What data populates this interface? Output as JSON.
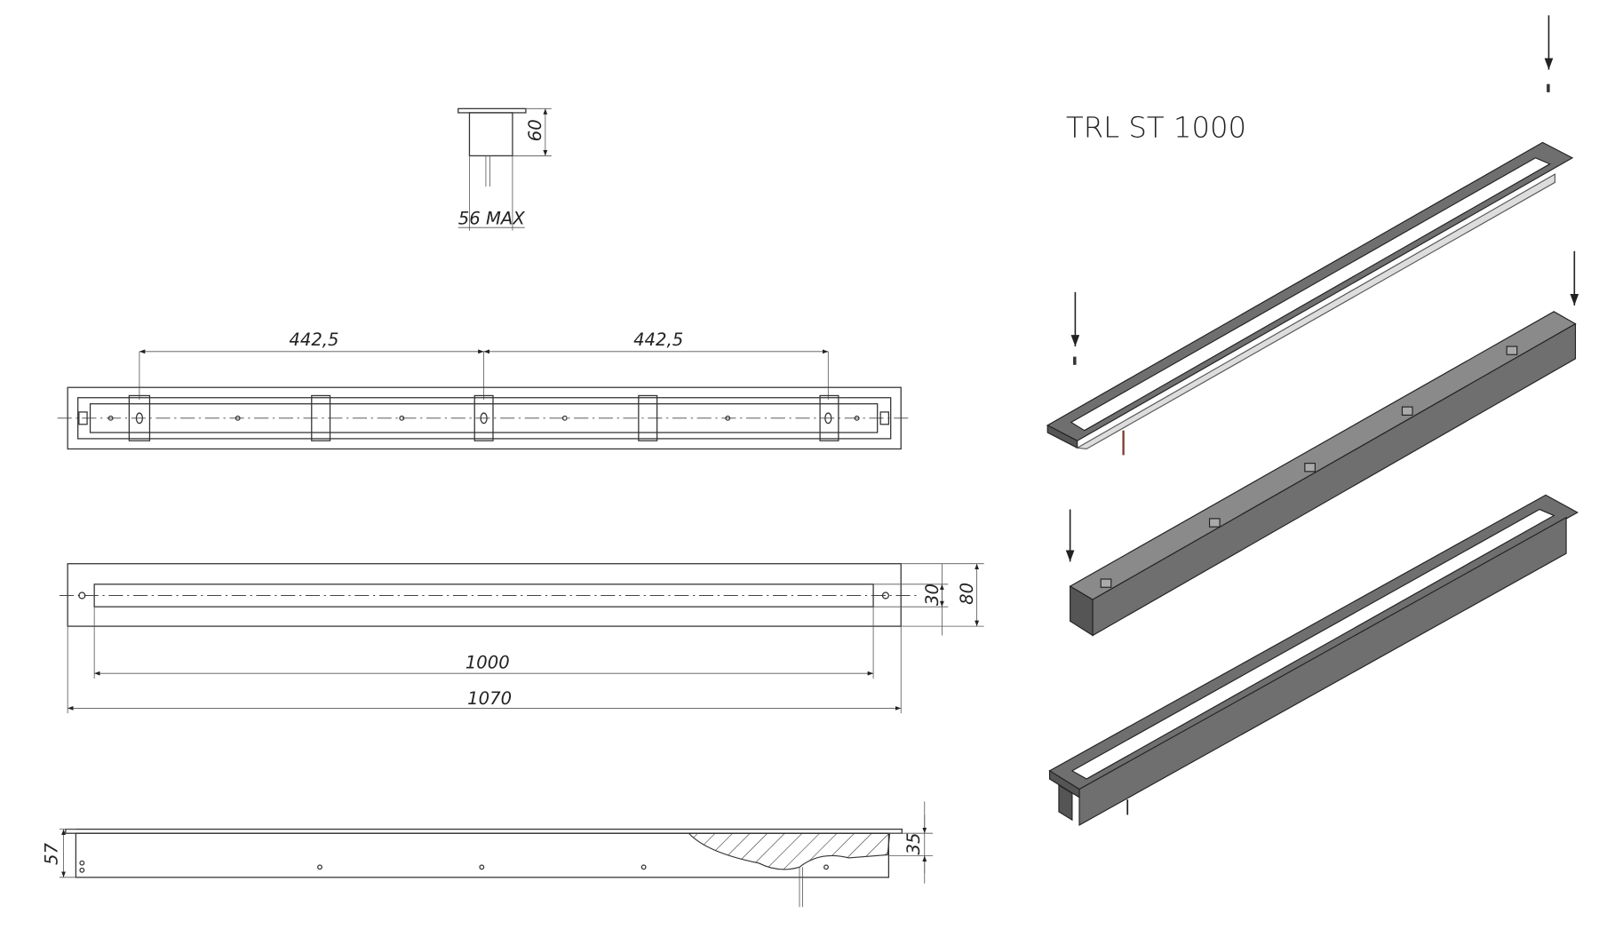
{
  "title": "TRL ST 1000",
  "end_view": {
    "height_dim": "60",
    "width_dim": "56 MAX"
  },
  "top_view": {
    "spacing_left": "442,5",
    "spacing_right": "442,5"
  },
  "front_view": {
    "inner_width_dim": "30",
    "outer_width_dim": "80",
    "inner_length_dim": "1000",
    "outer_length_dim": "1070"
  },
  "side_view": {
    "total_height_dim": "57",
    "body_height_dim": "35"
  }
}
